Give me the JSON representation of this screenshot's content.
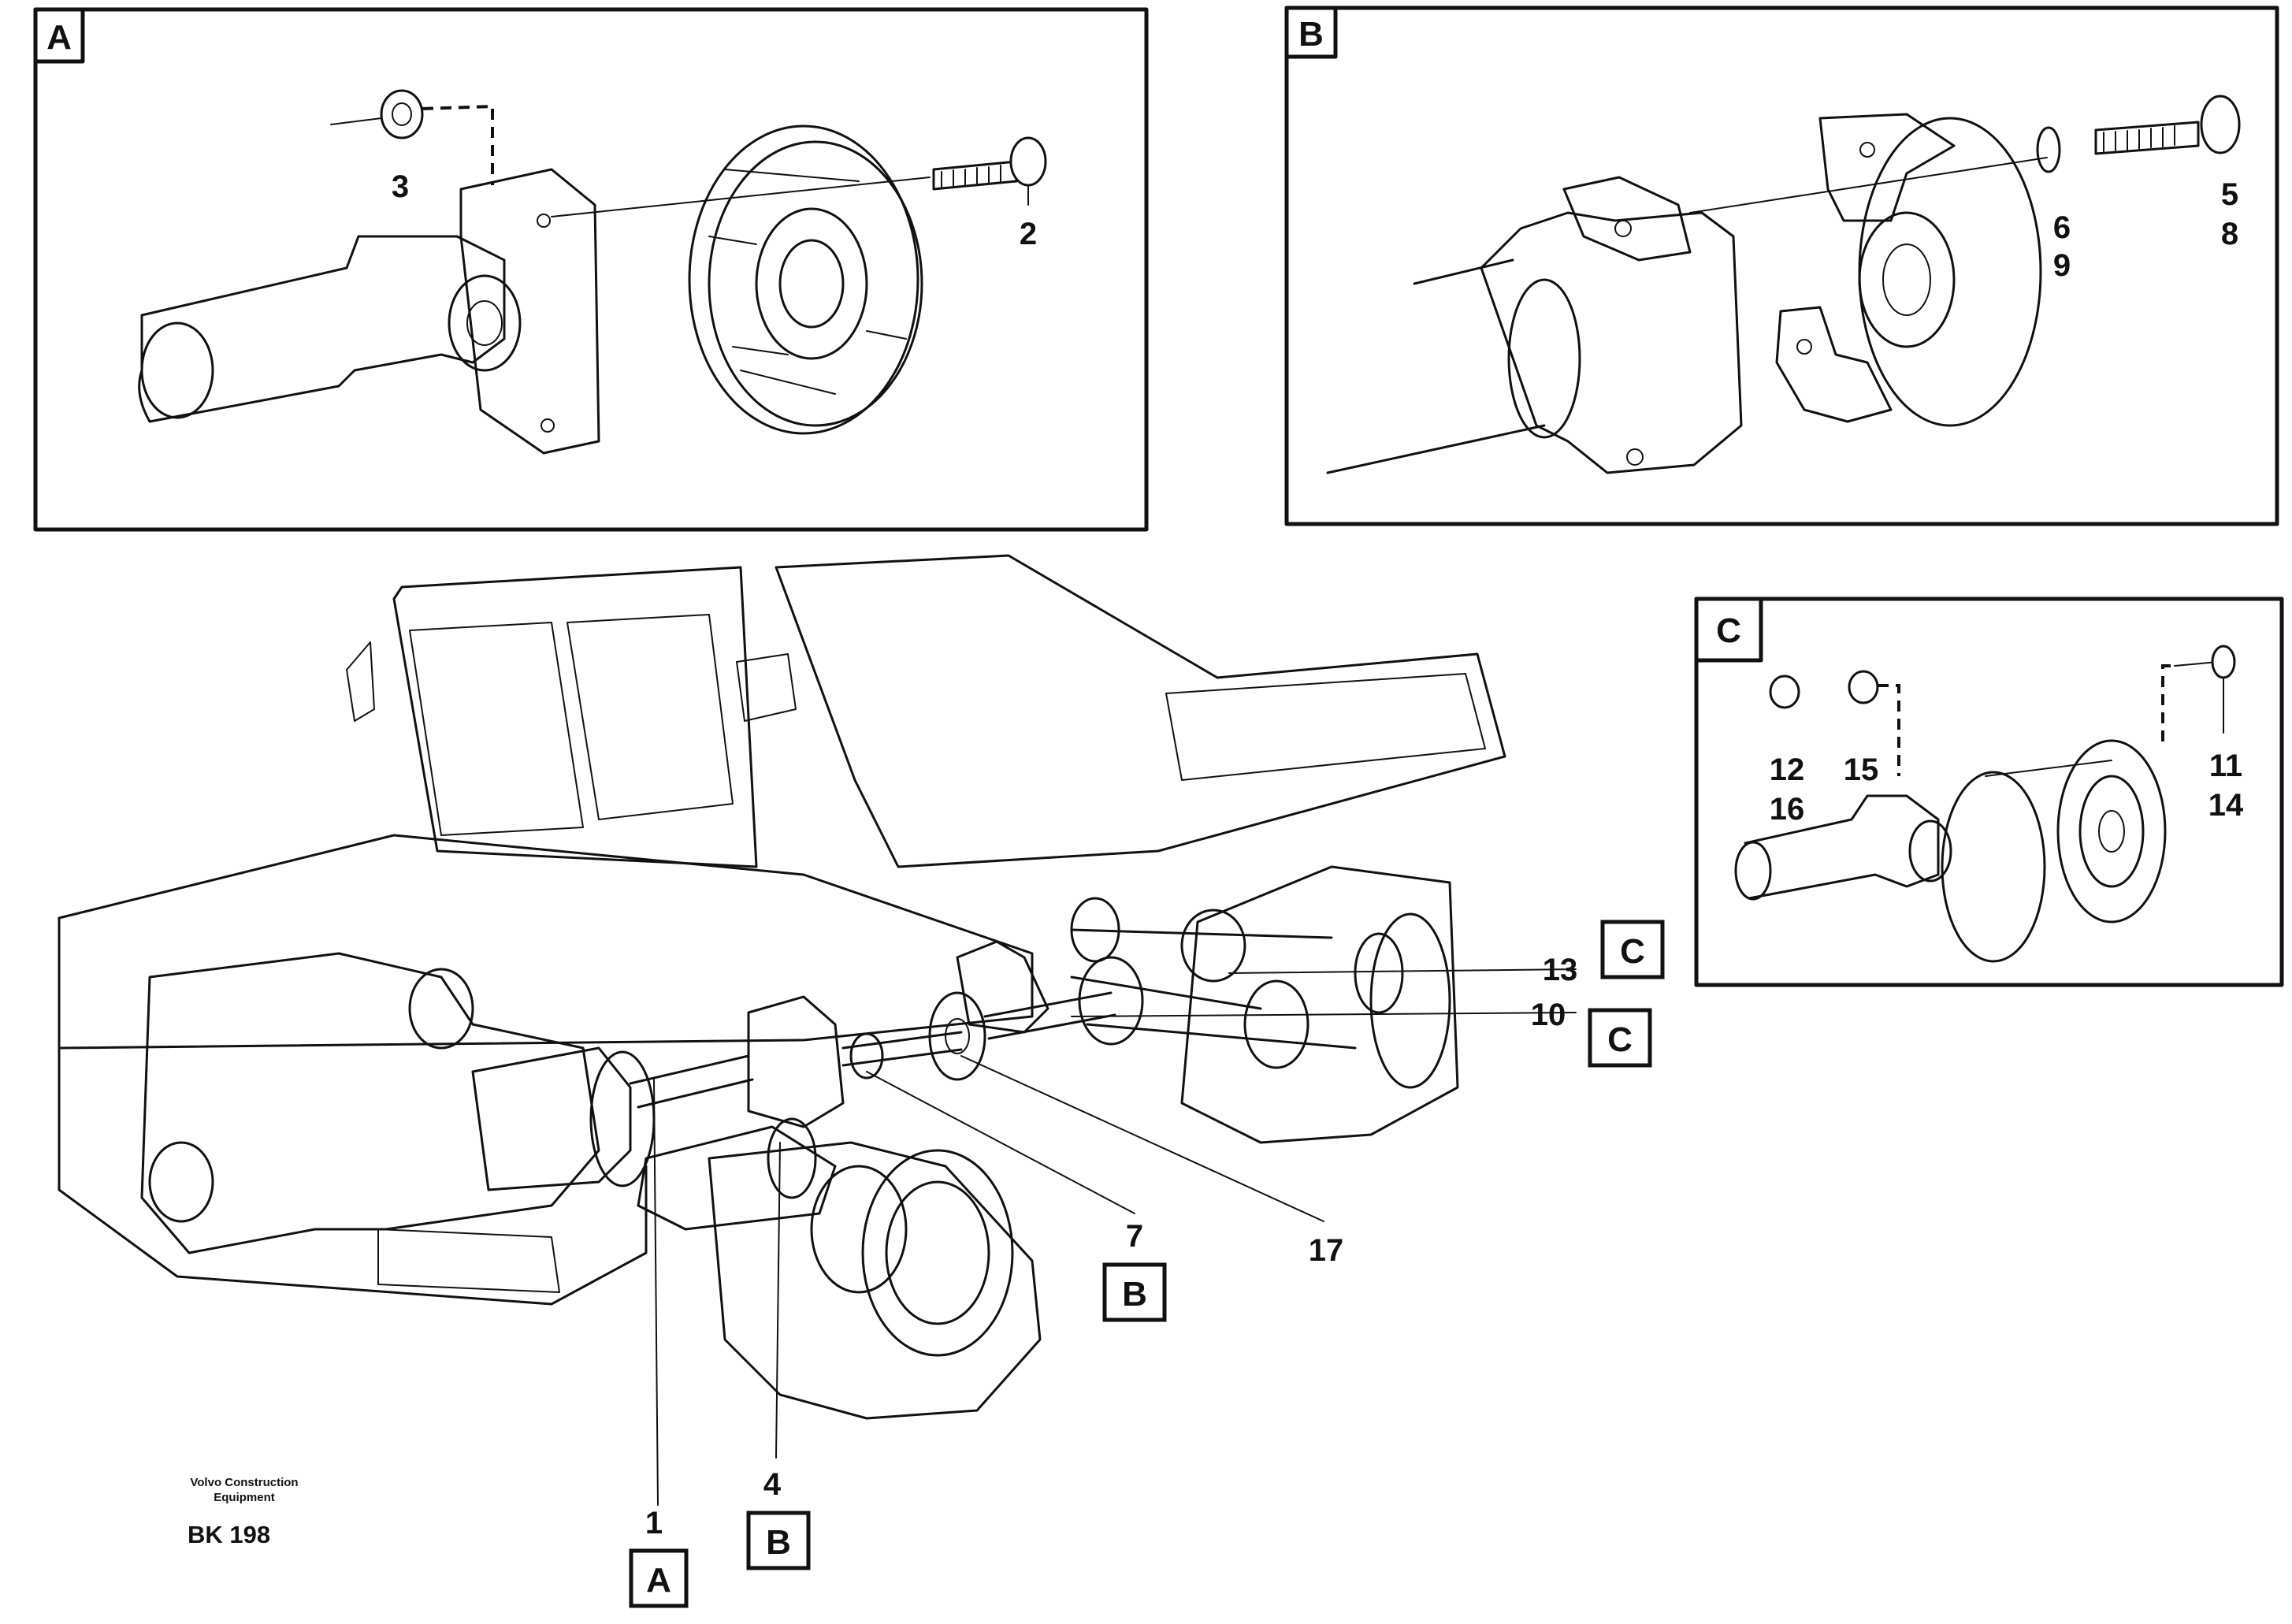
{
  "panels": [
    {
      "id": "A",
      "letter": "A"
    },
    {
      "id": "B",
      "letter": "B"
    },
    {
      "id": "C",
      "letter": "C"
    }
  ],
  "panel_a_labels": {
    "p3": "3",
    "p2": "2"
  },
  "panel_b_labels": {
    "p6": "6",
    "p9": "9",
    "p5": "5",
    "p8": "8"
  },
  "panel_c_labels": {
    "p12": "12",
    "p16": "16",
    "p15": "15",
    "p11": "11",
    "p14": "14"
  },
  "main_labels": {
    "p13": "13",
    "p10": "10",
    "p7": "7",
    "p17": "17",
    "p1": "1",
    "p4": "4"
  },
  "callouts": {
    "c13": "C",
    "c10": "C",
    "b7": "B",
    "a1": "A",
    "b4": "B"
  },
  "footer": {
    "maker_line1": "Volvo Construction",
    "maker_line2": "Equipment",
    "code": "BK 198"
  }
}
